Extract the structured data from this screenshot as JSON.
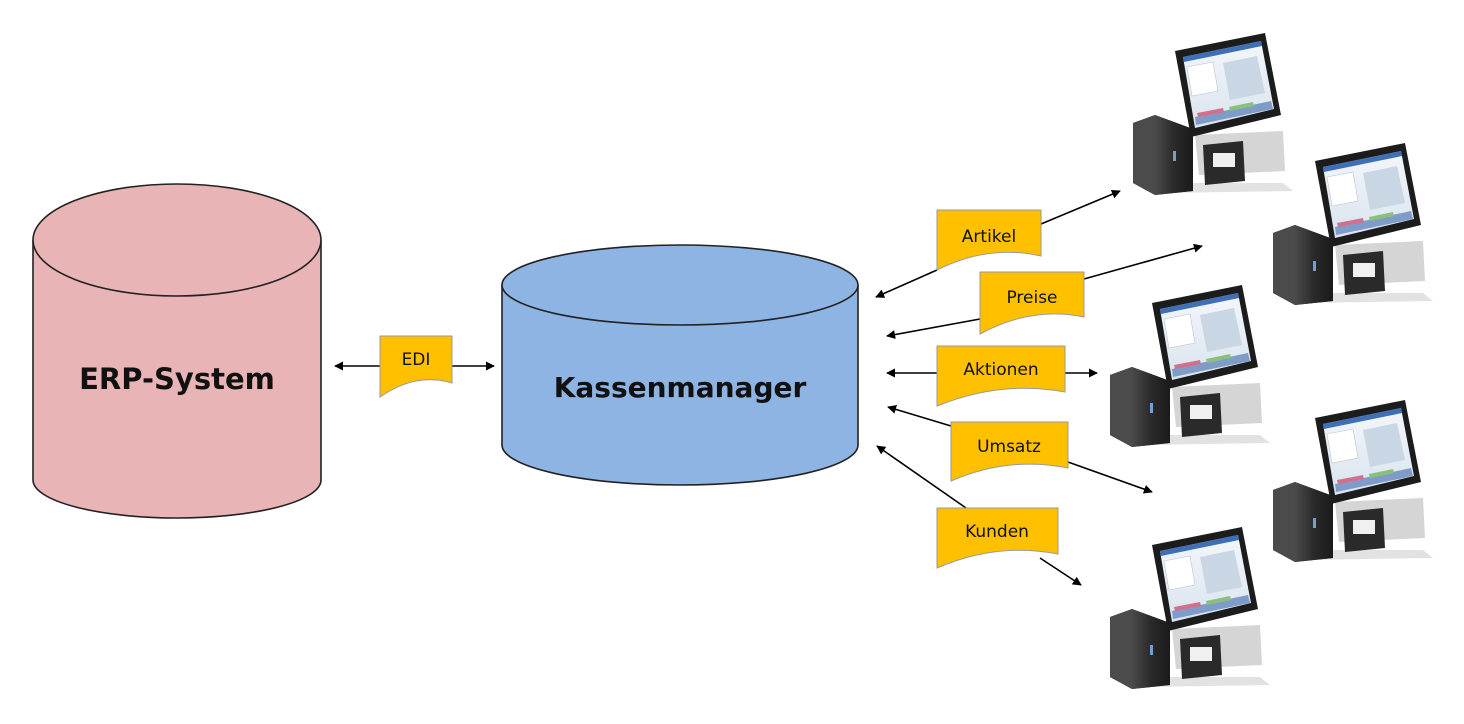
{
  "nodes": {
    "erp": {
      "label": "ERP-System",
      "fill": "#e8b4b6",
      "stroke": "#222222"
    },
    "kassenmanager": {
      "label": "Kassenmanager",
      "fill": "#8eb4e3",
      "stroke": "#222222"
    }
  },
  "documents": {
    "fill": "#ffc000",
    "stroke": "#999999",
    "edi": "EDI",
    "artikel": "Artikel",
    "preise": "Preise",
    "aktionen": "Aktionen",
    "umsatz": "Umsatz",
    "kunden": "Kunden"
  },
  "terminal_icon": "pos-terminal-icon",
  "terminal_count": 5
}
